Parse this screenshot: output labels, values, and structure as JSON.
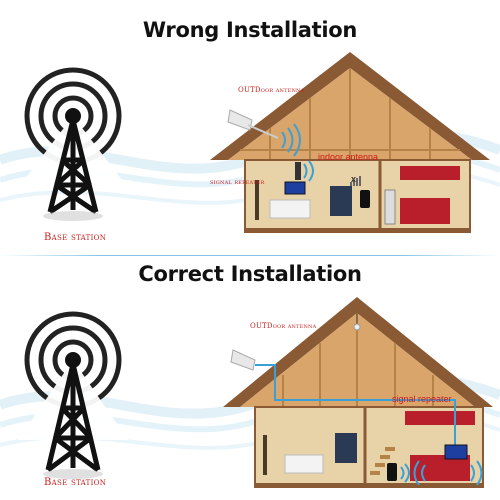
{
  "top_panel": {
    "title": "Wrong Installation",
    "base_station_label": "Base station",
    "outdoor_antenna_label": "OUTDoor antenna",
    "indoor_antenna_label": "indoor antenna",
    "signal_repeater_label": "signal repeater",
    "signal_mark": "x"
  },
  "bottom_panel": {
    "title": "Correct Installation",
    "base_station_label": "Base station",
    "outdoor_antenna_label": "OUTDoor antenna",
    "signal_repeater_label": "signal repeater"
  },
  "colors": {
    "label_red": "#c81e1e",
    "roof_brown": "#8a5a34",
    "wall_beige": "#e8d3a8",
    "cabinet_red": "#b81f2a",
    "cable_blue": "#3aa0d8"
  }
}
